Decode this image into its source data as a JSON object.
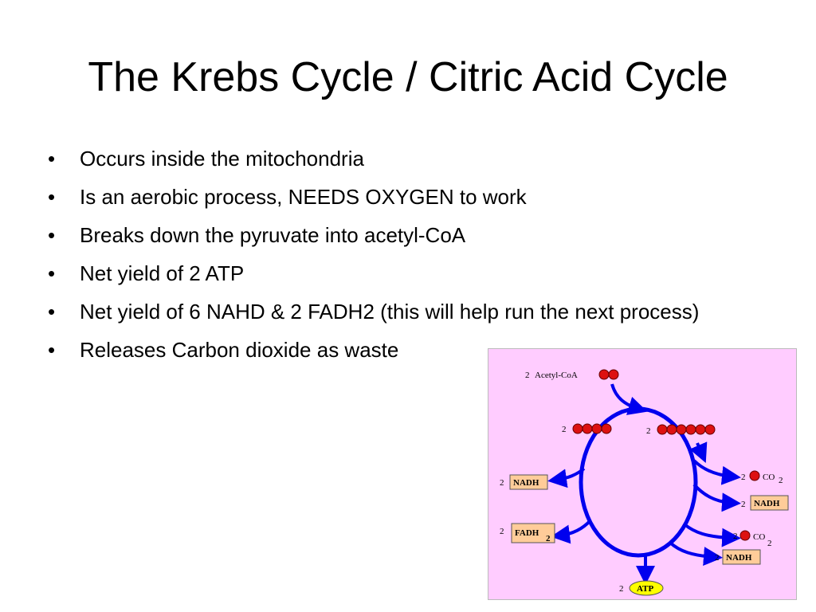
{
  "slide": {
    "title": "The Krebs Cycle / Citric Acid Cycle",
    "bullet_glyph": "•",
    "bullets": [
      "Occurs inside the mitochondria",
      "Is an aerobic process, NEEDS OXYGEN to work",
      "Breaks down the pyruvate into acetyl-CoA",
      "Net yield of 2 ATP",
      "Net yield of 6 NAHD & 2 FADH2 (this will help run the next process)",
      "Releases Carbon dioxide as waste"
    ]
  },
  "diagram": {
    "colors": {
      "background": "#ffccff",
      "arrow": "#0000ee",
      "molecule": "#dd1111",
      "label_box": "#ffcc99",
      "atp": "#ffff00"
    },
    "acetyl_coa": {
      "count": "2",
      "label": "Acetyl-CoA"
    },
    "four_carbon": {
      "count": "2"
    },
    "six_carbon": {
      "count": "2"
    },
    "nadh_left": {
      "count": "2",
      "label": "NADH"
    },
    "fadh_left": {
      "count": "2",
      "label": "FADH",
      "sub": "2"
    },
    "co2_right_1": {
      "count": "2",
      "label": "CO",
      "sub": "2"
    },
    "nadh_right_1": {
      "count": "2",
      "label": "NADH"
    },
    "co2_right_2": {
      "count": "2",
      "label": "CO",
      "sub": "2"
    },
    "nadh_right_2": {
      "count": "2",
      "label": "NADH"
    },
    "atp": {
      "count": "2",
      "label": "ATP"
    }
  }
}
